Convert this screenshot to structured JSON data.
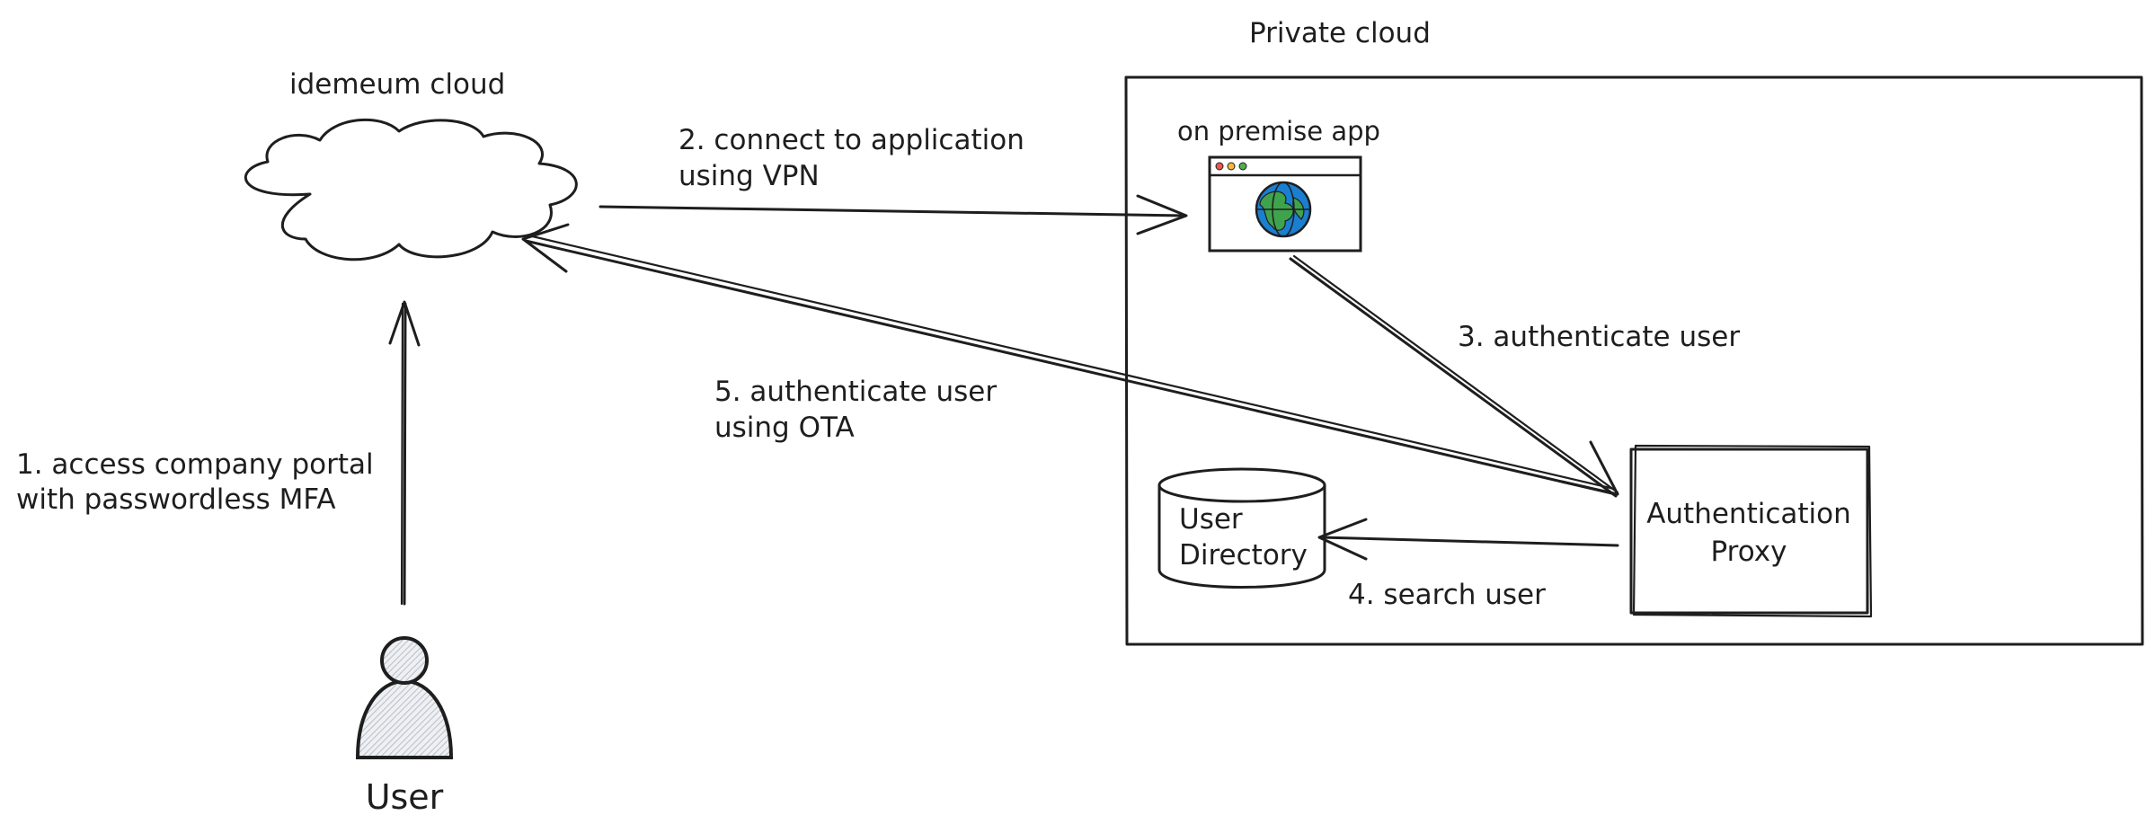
{
  "labels": {
    "idemeum_cloud": "idemeum cloud",
    "private_cloud": "Private cloud",
    "on_premise_app": "on premise app",
    "user_directory_line1": "User",
    "user_directory_line2": "Directory",
    "auth_proxy_line1": "Authentication",
    "auth_proxy_line2": "Proxy",
    "user": "User"
  },
  "steps": {
    "step1_line1": "1. access company portal",
    "step1_line2": "with passwordless MFA",
    "step2_line1": "2. connect to application",
    "step2_line2": "using VPN",
    "step3": "3. authenticate user",
    "step4": "4. search user",
    "step5_line1": "5. authenticate user",
    "step5_line2": "using OTA"
  },
  "colors": {
    "stroke": "#1e1e1e",
    "globe_blue": "#1b7fd1",
    "globe_green": "#3fa34d",
    "dot_red": "#e8584f",
    "dot_yellow": "#f2b93b",
    "dot_green": "#4caf50",
    "user_fill": "#d9dde3"
  },
  "icons": [
    "cloud-icon",
    "browser-window-icon",
    "globe-icon",
    "database-icon",
    "user-icon"
  ]
}
